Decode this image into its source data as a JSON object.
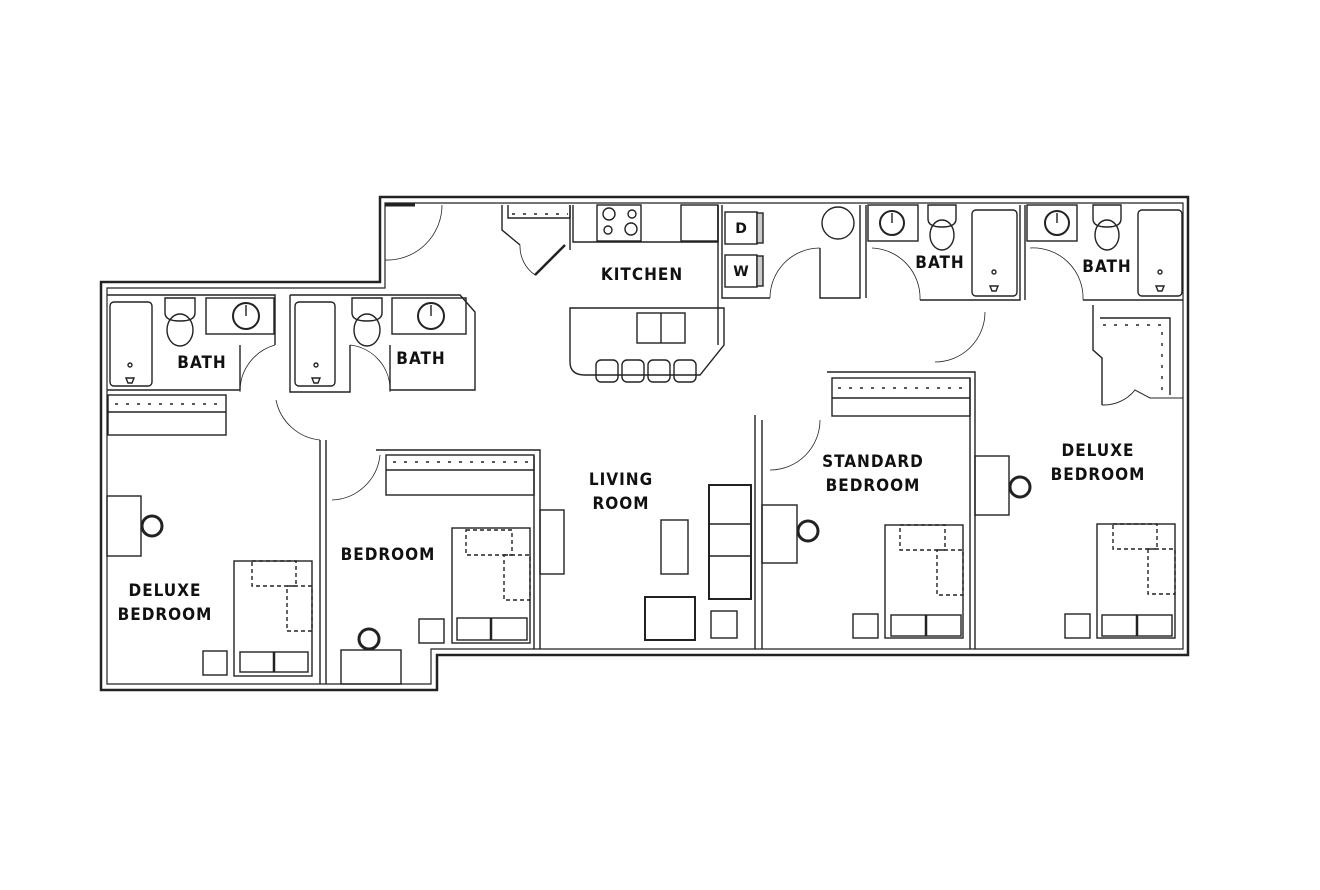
{
  "floor_plan": {
    "rooms": [
      {
        "id": "bath-1",
        "label": "BATH"
      },
      {
        "id": "bath-2",
        "label": "BATH"
      },
      {
        "id": "kitchen",
        "label": "KITCHEN"
      },
      {
        "id": "bath-3",
        "label": "BATH"
      },
      {
        "id": "bath-4",
        "label": "BATH"
      },
      {
        "id": "deluxe-bedroom-left",
        "label_line1": "DELUXE",
        "label_line2": "BEDROOM"
      },
      {
        "id": "bedroom",
        "label": "BEDROOM"
      },
      {
        "id": "living-room",
        "label_line1": "LIVING",
        "label_line2": "ROOM"
      },
      {
        "id": "standard-bedroom",
        "label_line1": "STANDARD",
        "label_line2": "BEDROOM"
      },
      {
        "id": "deluxe-bedroom-right",
        "label_line1": "DELUXE",
        "label_line2": "BEDROOM"
      }
    ],
    "appliances": {
      "dryer": "D",
      "washer": "W"
    },
    "colors": {
      "wall": "#222222",
      "background": "#ffffff",
      "text": "#111111"
    }
  }
}
